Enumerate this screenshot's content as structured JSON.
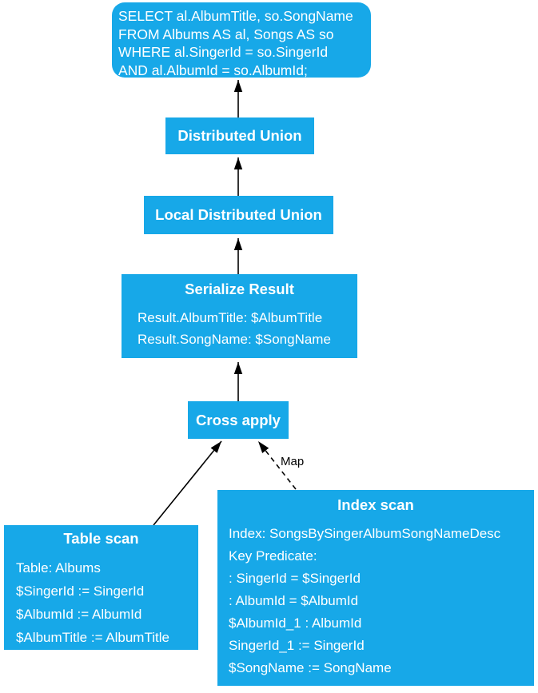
{
  "diagram": {
    "colors": {
      "node_fill": "#17A8E8",
      "node_text": "#FFFFFF",
      "edge": "#000000"
    },
    "nodes": {
      "query": {
        "lines": [
          "SELECT al.AlbumTitle, so.SongName",
          "FROM Albums AS al, Songs AS so",
          "WHERE al.SingerId = so.SingerId",
          "AND al.AlbumId = so.AlbumId;"
        ]
      },
      "distributed_union": {
        "title": "Distributed Union"
      },
      "local_distributed_union": {
        "title": "Local Distributed Union"
      },
      "serialize_result": {
        "title": "Serialize Result",
        "lines": [
          "Result.AlbumTitle: $AlbumTitle",
          "Result.SongName: $SongName"
        ]
      },
      "cross_apply": {
        "title": "Cross apply"
      },
      "table_scan": {
        "title": "Table scan",
        "lines": [
          "Table: Albums",
          "$SingerId := SingerId",
          "$AlbumId := AlbumId",
          "$AlbumTitle := AlbumTitle"
        ]
      },
      "index_scan": {
        "title": "Index scan",
        "lines": [
          "Index: SongsBySingerAlbumSongNameDesc",
          "Key Predicate:",
          ": SingerId = $SingerId",
          ": AlbumId = $AlbumId",
          "$AlbumId_1 : AlbumId",
          "SingerId_1 := SingerId",
          "$SongName := SongName"
        ]
      }
    },
    "edges": {
      "map_label": "Map"
    }
  }
}
